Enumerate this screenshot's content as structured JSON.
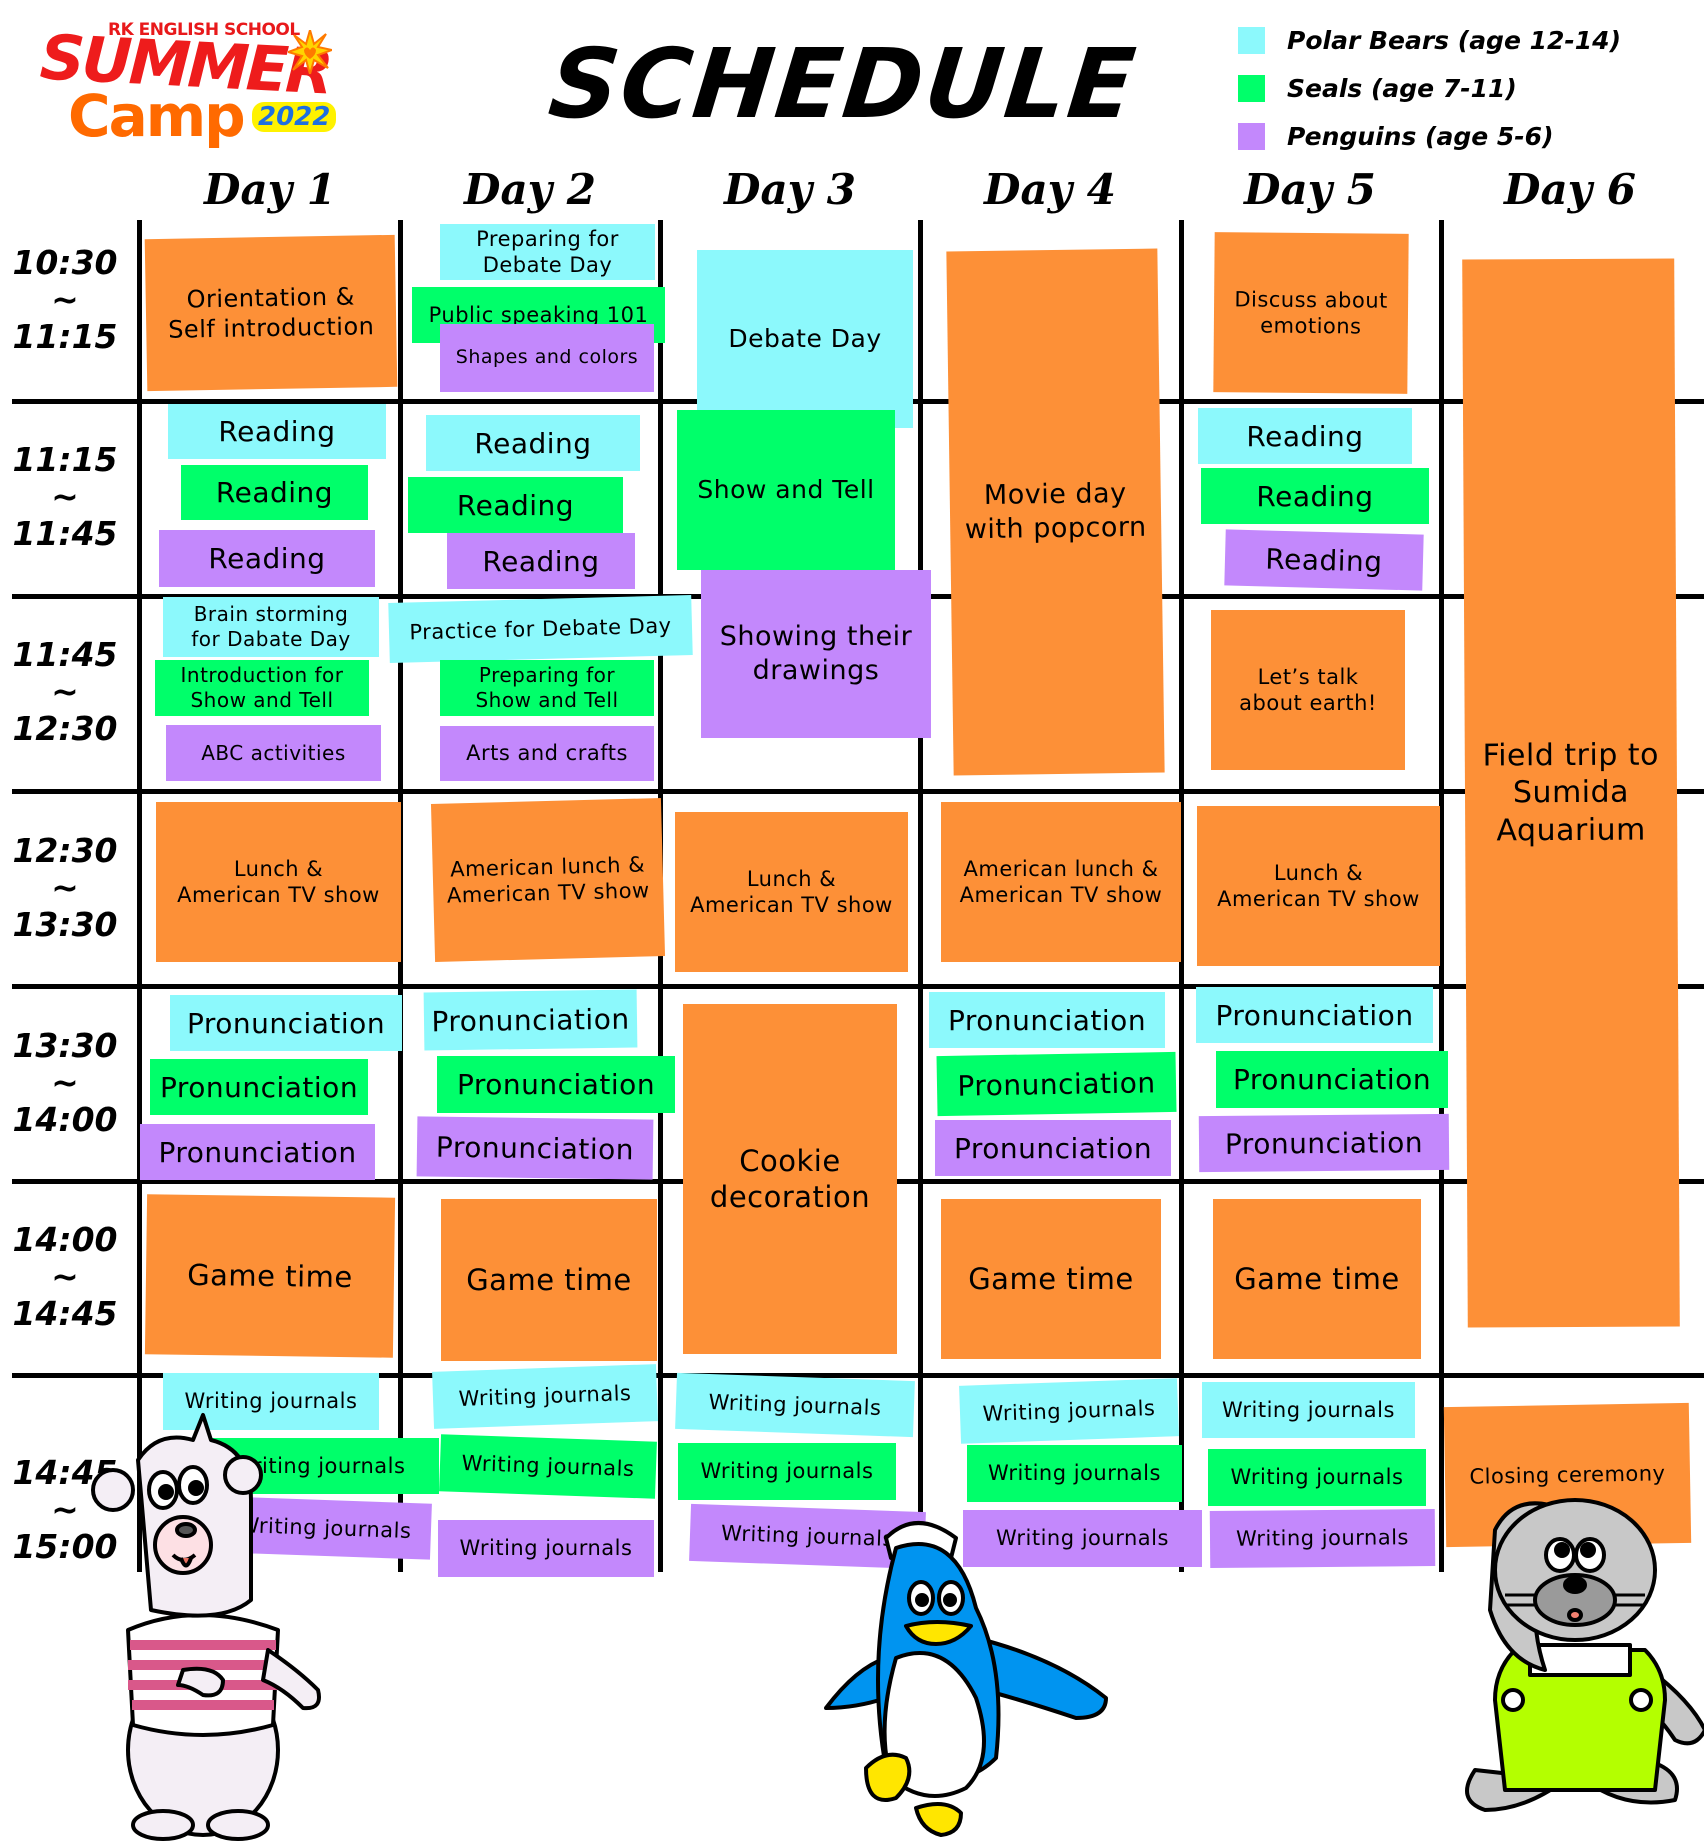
{
  "logo": {
    "school": "RK ENGLISH SCHOOL",
    "line1": "SUMMER",
    "line2": "Camp",
    "year": "2022"
  },
  "title": "SCHEDULE",
  "legend": [
    {
      "label": "Polar Bears (age 12-14)",
      "color": "#8cf9fc",
      "group": "bear"
    },
    {
      "label": "Seals (age 7-11)",
      "color": "#00ff6a",
      "group": "seal"
    },
    {
      "label": "Penguins (age 5-6)",
      "color": "#c388fc",
      "group": "peng"
    }
  ],
  "colors": {
    "polar_bears": "#8cf9fc",
    "seals": "#00ff6a",
    "penguins": "#c388fc",
    "everyone": "#fd9037",
    "grid": "#000000"
  },
  "days": [
    "Day 1",
    "Day 2",
    "Day 3",
    "Day 4",
    "Day 5",
    "Day 6"
  ],
  "time_slots": [
    {
      "start": "10:30",
      "sep": "~",
      "end": "11:15"
    },
    {
      "start": "11:15",
      "sep": "~",
      "end": "11:45"
    },
    {
      "start": "11:45",
      "sep": "~",
      "end": "12:30"
    },
    {
      "start": "12:30",
      "sep": "~",
      "end": "13:30"
    },
    {
      "start": "13:30",
      "sep": "~",
      "end": "14:00"
    },
    {
      "start": "14:00",
      "sep": "~",
      "end": "14:45"
    },
    {
      "start": "14:45",
      "sep": "~",
      "end": "15:00"
    }
  ],
  "activities": [
    {
      "day": 1,
      "slot": 1,
      "group": "all",
      "text": "Orientation &\nSelf introduction"
    },
    {
      "day": 2,
      "slot": 1,
      "group": "bear",
      "text": "Preparing for\nDebate Day"
    },
    {
      "day": 2,
      "slot": 1,
      "group": "seal",
      "text": "Public speaking 101"
    },
    {
      "day": 2,
      "slot": 1,
      "group": "peng",
      "text": "Shapes and colors"
    },
    {
      "day": 3,
      "slot": 1,
      "group": "bear",
      "text": "Debate Day"
    },
    {
      "day": 4,
      "slot": "1-3",
      "group": "all",
      "text": "Movie day\nwith popcorn"
    },
    {
      "day": 5,
      "slot": 1,
      "group": "all",
      "text": "Discuss about\nemotions"
    },
    {
      "day": 6,
      "slot": "1-6",
      "group": "all",
      "text": "Field trip to\nSumida\nAquarium"
    },
    {
      "day": 1,
      "slot": 2,
      "group": "bear",
      "text": "Reading"
    },
    {
      "day": 1,
      "slot": 2,
      "group": "seal",
      "text": "Reading"
    },
    {
      "day": 1,
      "slot": 2,
      "group": "peng",
      "text": "Reading"
    },
    {
      "day": 2,
      "slot": 2,
      "group": "bear",
      "text": "Reading"
    },
    {
      "day": 2,
      "slot": 2,
      "group": "seal",
      "text": "Reading"
    },
    {
      "day": 2,
      "slot": 2,
      "group": "peng",
      "text": "Reading"
    },
    {
      "day": 3,
      "slot": 2,
      "group": "seal",
      "text": "Show and Tell"
    },
    {
      "day": 5,
      "slot": 2,
      "group": "bear",
      "text": "Reading"
    },
    {
      "day": 5,
      "slot": 2,
      "group": "seal",
      "text": "Reading"
    },
    {
      "day": 5,
      "slot": 2,
      "group": "peng",
      "text": "Reading"
    },
    {
      "day": 1,
      "slot": 3,
      "group": "bear",
      "text": "Brain storming\nfor Dabate Day"
    },
    {
      "day": 1,
      "slot": 3,
      "group": "seal",
      "text": "Introduction for\nShow and Tell"
    },
    {
      "day": 1,
      "slot": 3,
      "group": "peng",
      "text": "ABC activities"
    },
    {
      "day": 2,
      "slot": 3,
      "group": "bear",
      "text": "Practice for Debate Day"
    },
    {
      "day": 2,
      "slot": 3,
      "group": "seal",
      "text": "Preparing for\nShow and Tell"
    },
    {
      "day": 2,
      "slot": 3,
      "group": "peng",
      "text": "Arts and crafts"
    },
    {
      "day": 3,
      "slot": 3,
      "group": "peng",
      "text": "Showing their\ndrawings"
    },
    {
      "day": 5,
      "slot": 3,
      "group": "all",
      "text": "Let’s talk\nabout earth!"
    },
    {
      "day": 1,
      "slot": 4,
      "group": "all",
      "text": "Lunch &\nAmerican TV show"
    },
    {
      "day": 2,
      "slot": 4,
      "group": "all",
      "text": "American lunch &\nAmerican TV show"
    },
    {
      "day": 3,
      "slot": 4,
      "group": "all",
      "text": "Lunch &\nAmerican TV show"
    },
    {
      "day": 4,
      "slot": 4,
      "group": "all",
      "text": "American lunch &\nAmerican TV show"
    },
    {
      "day": 5,
      "slot": 4,
      "group": "all",
      "text": "Lunch &\nAmerican TV show"
    },
    {
      "day": 1,
      "slot": 5,
      "group": "bear",
      "text": "Pronunciation"
    },
    {
      "day": 1,
      "slot": 5,
      "group": "seal",
      "text": "Pronunciation"
    },
    {
      "day": 1,
      "slot": 5,
      "group": "peng",
      "text": "Pronunciation"
    },
    {
      "day": 2,
      "slot": 5,
      "group": "bear",
      "text": "Pronunciation"
    },
    {
      "day": 2,
      "slot": 5,
      "group": "seal",
      "text": "Pronunciation"
    },
    {
      "day": 2,
      "slot": 5,
      "group": "peng",
      "text": "Pronunciation"
    },
    {
      "day": 3,
      "slot": "5-6",
      "group": "all",
      "text": "Cookie\ndecoration"
    },
    {
      "day": 4,
      "slot": 5,
      "group": "bear",
      "text": "Pronunciation"
    },
    {
      "day": 4,
      "slot": 5,
      "group": "seal",
      "text": "Pronunciation"
    },
    {
      "day": 4,
      "slot": 5,
      "group": "peng",
      "text": "Pronunciation"
    },
    {
      "day": 5,
      "slot": 5,
      "group": "bear",
      "text": "Pronunciation"
    },
    {
      "day": 5,
      "slot": 5,
      "group": "seal",
      "text": "Pronunciation"
    },
    {
      "day": 5,
      "slot": 5,
      "group": "peng",
      "text": "Pronunciation"
    },
    {
      "day": 1,
      "slot": 6,
      "group": "all",
      "text": "Game time"
    },
    {
      "day": 2,
      "slot": 6,
      "group": "all",
      "text": "Game time"
    },
    {
      "day": 4,
      "slot": 6,
      "group": "all",
      "text": "Game time"
    },
    {
      "day": 5,
      "slot": 6,
      "group": "all",
      "text": "Game time"
    },
    {
      "day": 1,
      "slot": 7,
      "group": "bear",
      "text": "Writing journals"
    },
    {
      "day": 1,
      "slot": 7,
      "group": "seal",
      "text": "Writing journals"
    },
    {
      "day": 1,
      "slot": 7,
      "group": "peng",
      "text": "Writing journals"
    },
    {
      "day": 2,
      "slot": 7,
      "group": "bear",
      "text": "Writing journals"
    },
    {
      "day": 2,
      "slot": 7,
      "group": "seal",
      "text": "Writing journals"
    },
    {
      "day": 2,
      "slot": 7,
      "group": "peng",
      "text": "Writing journals"
    },
    {
      "day": 3,
      "slot": 7,
      "group": "bear",
      "text": "Writing journals"
    },
    {
      "day": 3,
      "slot": 7,
      "group": "seal",
      "text": "Writing journals"
    },
    {
      "day": 3,
      "slot": 7,
      "group": "peng",
      "text": "Writing journals"
    },
    {
      "day": 4,
      "slot": 7,
      "group": "bear",
      "text": "Writing journals"
    },
    {
      "day": 4,
      "slot": 7,
      "group": "seal",
      "text": "Writing journals"
    },
    {
      "day": 4,
      "slot": 7,
      "group": "peng",
      "text": "Writing journals"
    },
    {
      "day": 5,
      "slot": 7,
      "group": "bear",
      "text": "Writing journals"
    },
    {
      "day": 5,
      "slot": 7,
      "group": "seal",
      "text": "Writing journals"
    },
    {
      "day": 5,
      "slot": 7,
      "group": "peng",
      "text": "Writing journals"
    },
    {
      "day": 6,
      "slot": 7,
      "group": "all",
      "text": "Closing ceremony"
    }
  ],
  "mascots": [
    {
      "name": "polar-bear",
      "group": "Polar Bears"
    },
    {
      "name": "penguin",
      "group": "Penguins"
    },
    {
      "name": "seal",
      "group": "Seals"
    }
  ]
}
